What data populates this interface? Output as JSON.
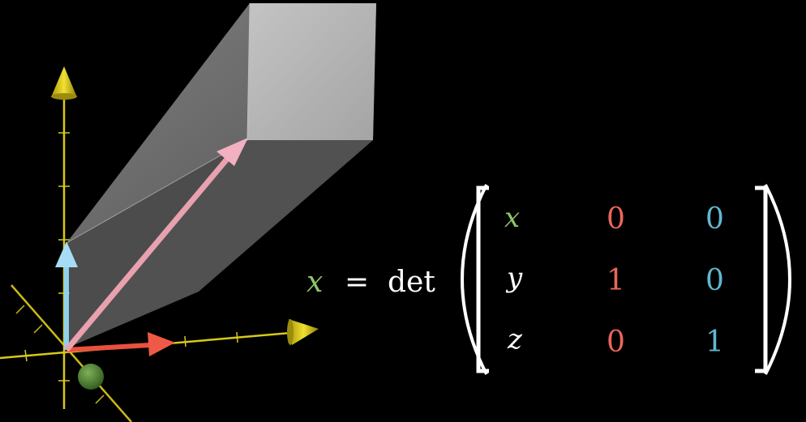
{
  "colors": {
    "background": "#000000",
    "axis": "#d8c81a",
    "prism_top": "#b9b9b9",
    "prism_side": "#8e8e8e",
    "prism_dark": "#6f6f6f",
    "vector_pink": "#f0a6b5",
    "vector_blue": "#8fd0f0",
    "vector_red": "#e8513f",
    "sphere_green": "#5f8f3c",
    "x_green": "#8fc46a",
    "white": "#ffffff",
    "red_entry": "#e8675a",
    "blue_entry": "#62b7cf"
  },
  "icons": {
    "z_axis_arrow": "yellow-cone-arrow-up",
    "x_axis_arrow": "yellow-cone-arrow-right",
    "y_axis_ball": "green-sphere"
  },
  "equation": {
    "lhs": "x",
    "equals": "=",
    "operator": "det",
    "matrix": [
      [
        {
          "text": "x",
          "color": "green"
        },
        {
          "text": "0",
          "color": "red"
        },
        {
          "text": "0",
          "color": "blue"
        }
      ],
      [
        {
          "text": "y",
          "color": "white"
        },
        {
          "text": "1",
          "color": "red"
        },
        {
          "text": "0",
          "color": "blue"
        }
      ],
      [
        {
          "text": "z",
          "color": "white"
        },
        {
          "text": "0",
          "color": "red"
        },
        {
          "text": "1",
          "color": "blue"
        }
      ]
    ]
  }
}
